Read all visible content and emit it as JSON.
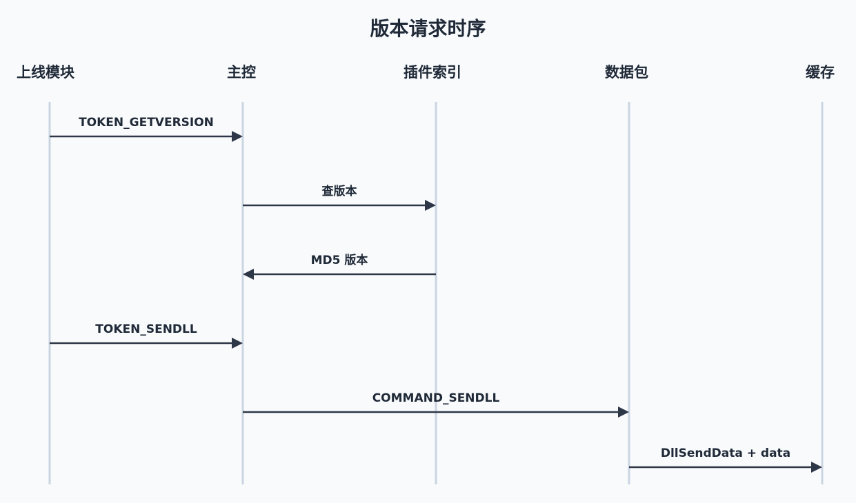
{
  "title": "版本请求时序",
  "participants": [
    {
      "name": "上线模块"
    },
    {
      "name": "主控"
    },
    {
      "name": "插件索引"
    },
    {
      "name": "数据包"
    },
    {
      "name": "缓存"
    }
  ],
  "messages": [
    {
      "from": 0,
      "to": 1,
      "label": "TOKEN_GETVERSION"
    },
    {
      "from": 1,
      "to": 2,
      "label": "查版本"
    },
    {
      "from": 2,
      "to": 1,
      "label": "MD5 版本"
    },
    {
      "from": 0,
      "to": 1,
      "label": "TOKEN_SENDLL"
    },
    {
      "from": 1,
      "to": 3,
      "label": "COMMAND_SENDLL"
    },
    {
      "from": 3,
      "to": 4,
      "label": "DllSendData + data"
    }
  ],
  "colors": {
    "lifeline": "#cbd5e1",
    "arrow": "#2d3748",
    "text": "#1f2937",
    "background": "#f8fafc"
  }
}
